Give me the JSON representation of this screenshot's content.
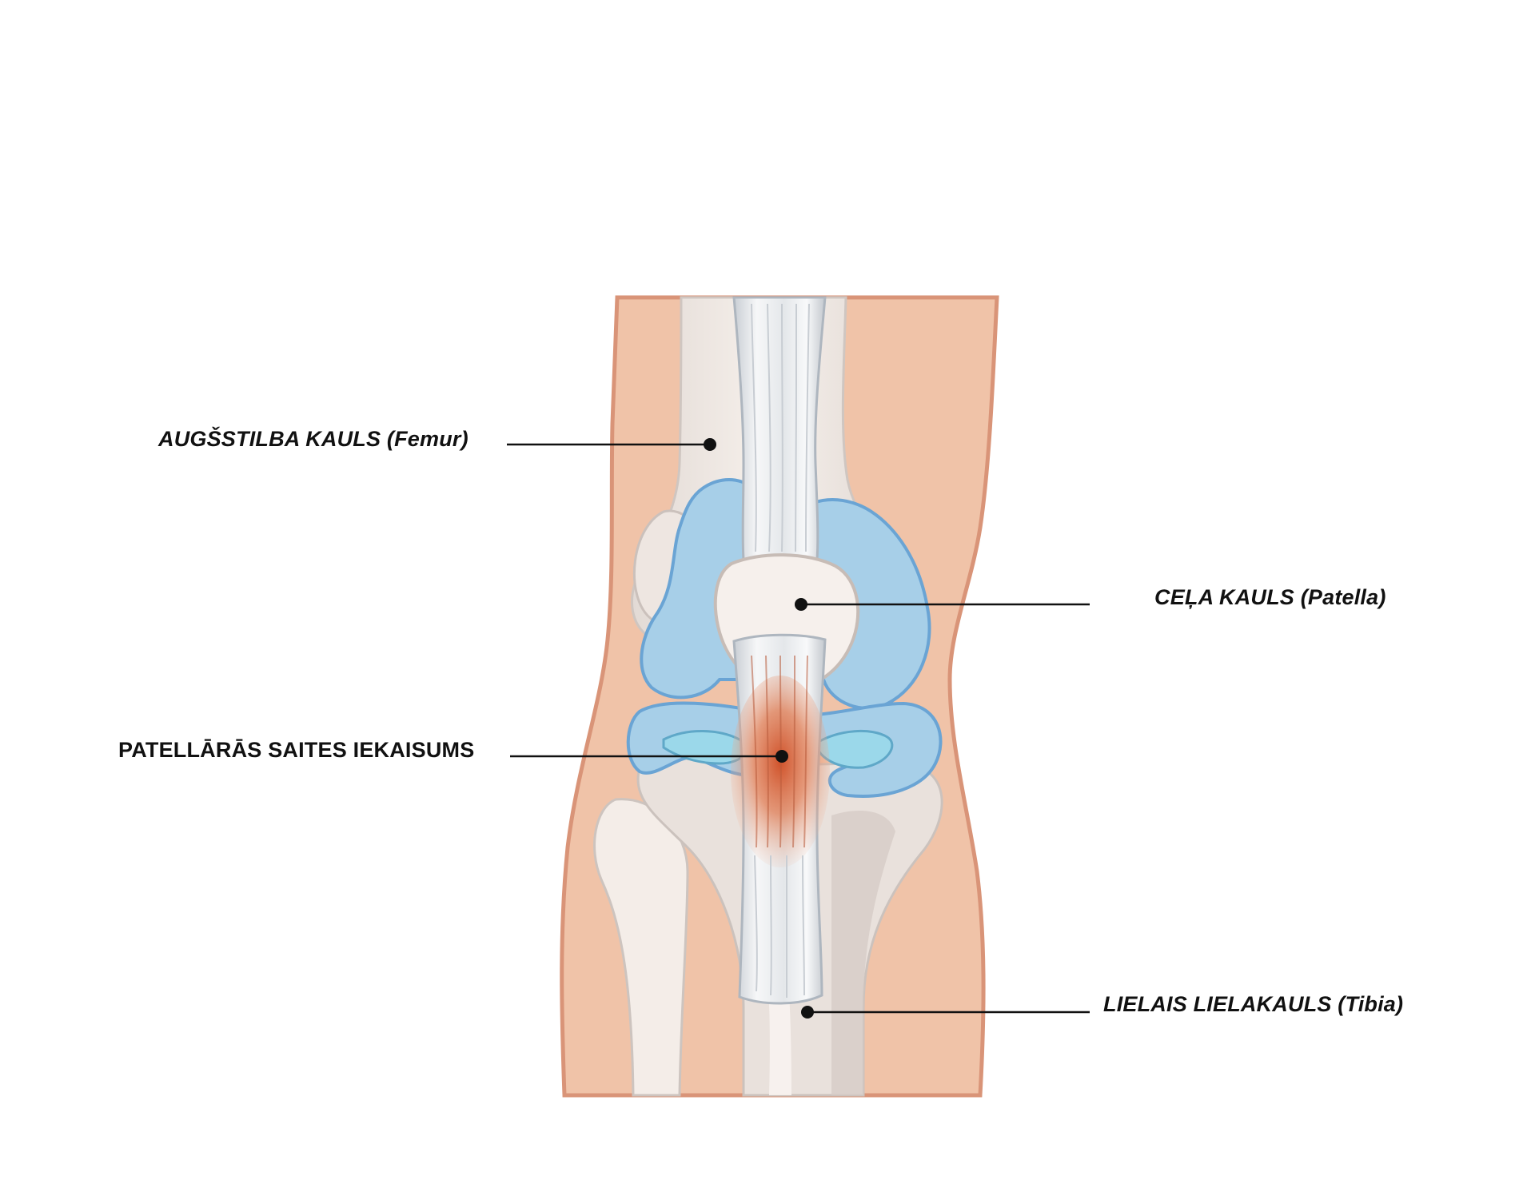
{
  "labels": {
    "femur": "AUGŠSTILBA KAULS (Femur)",
    "patella": "CEĻA KAULS (Patella)",
    "inflammation": "PATELLĀRĀS SAITES IEKAISUMS",
    "tibia": "LIELAIS LIELAKAULS (Tibia)"
  },
  "colors": {
    "skin": "#f0c3a8",
    "skin_outline": "#d99478",
    "bone": "#f5eee9",
    "bone_shadow": "#d9d0cc",
    "cartilage": "#a7cfe8",
    "cartilage_outline": "#6aa4d4",
    "meniscus_inner": "#9bd8ea",
    "tendon": "#eef0f2",
    "inflammation": "#d9532a",
    "pointer": "#111111"
  }
}
